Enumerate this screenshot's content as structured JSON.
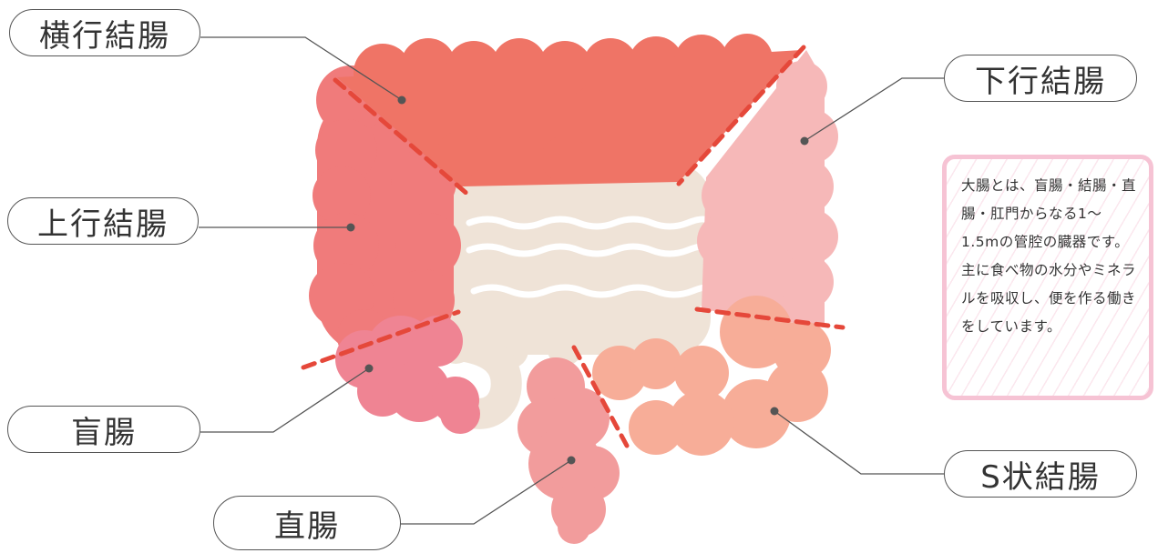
{
  "labels": {
    "transverse": "横行結腸",
    "descending": "下行結腸",
    "ascending": "上行結腸",
    "cecum": "盲腸",
    "sigmoid": "S状結腸",
    "rectum": "直腸"
  },
  "info": {
    "text": "大腸とは、盲腸・結腸・直腸・肛門からなる1～1.5mの管腔の臓器です。主に食べ物の水分やミネラルを吸収し、便を作る働きをしています。"
  },
  "colors": {
    "transverse": "#ef7466",
    "ascending": "#f07b7b",
    "descending": "#f6b8b8",
    "cecum": "#ef8493",
    "sigmoid": "#f7ad98",
    "rectum": "#f29c9c",
    "small_intestine": "#efe3d7",
    "divider": "#e5483a",
    "info_border": "#f6c3d4"
  }
}
